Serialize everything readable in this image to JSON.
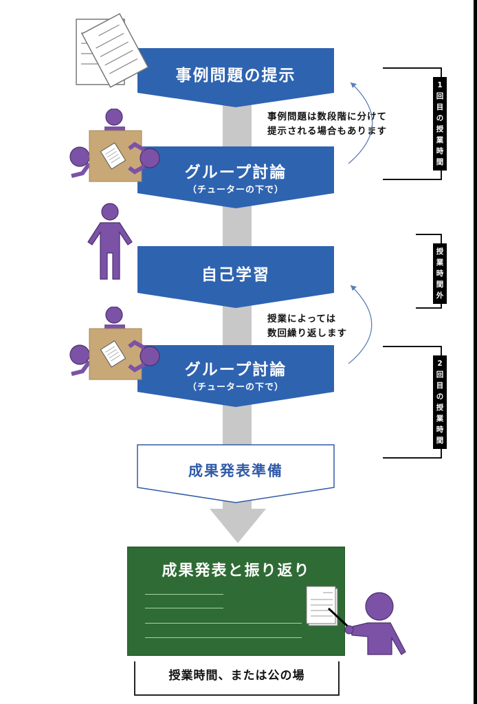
{
  "colors": {
    "step_blue": "#2e63b0",
    "spine_gray": "#c8c8c8",
    "board_green": "#2f6b35",
    "figure_purple": "#7b52a6",
    "table_tan": "#c9a877",
    "prep_text_blue": "#2f5aa8"
  },
  "steps": [
    {
      "label": "事例問題の提示"
    },
    {
      "label": "グループ討論",
      "sub": "（チューターの下で）"
    },
    {
      "label": "自己学習"
    },
    {
      "label": "グループ討論",
      "sub": "（チューターの下で）"
    },
    {
      "label": "成果発表準備"
    }
  ],
  "notes": {
    "staged_presentation": [
      "事例問題は数段階に分けて",
      "提示される場合もあります"
    ],
    "repeat": [
      "授業によっては",
      "数回繰り返します"
    ]
  },
  "side_labels": {
    "first_class": [
      "1",
      "回",
      "目",
      "の",
      "授",
      "業",
      "時",
      "間"
    ],
    "outside_class": [
      "授",
      "業",
      "時",
      "間",
      "外"
    ],
    "second_class": [
      "2",
      "回",
      "目",
      "の",
      "授",
      "業",
      "時",
      "間"
    ]
  },
  "final": {
    "board_title": "成果発表と振り返り",
    "venue": "授業時間、または公の場"
  },
  "icons": [
    "document-stack-icon",
    "group-discussion-icon",
    "person-standing-icon",
    "presenter-icon",
    "loop-arrow-icon"
  ]
}
